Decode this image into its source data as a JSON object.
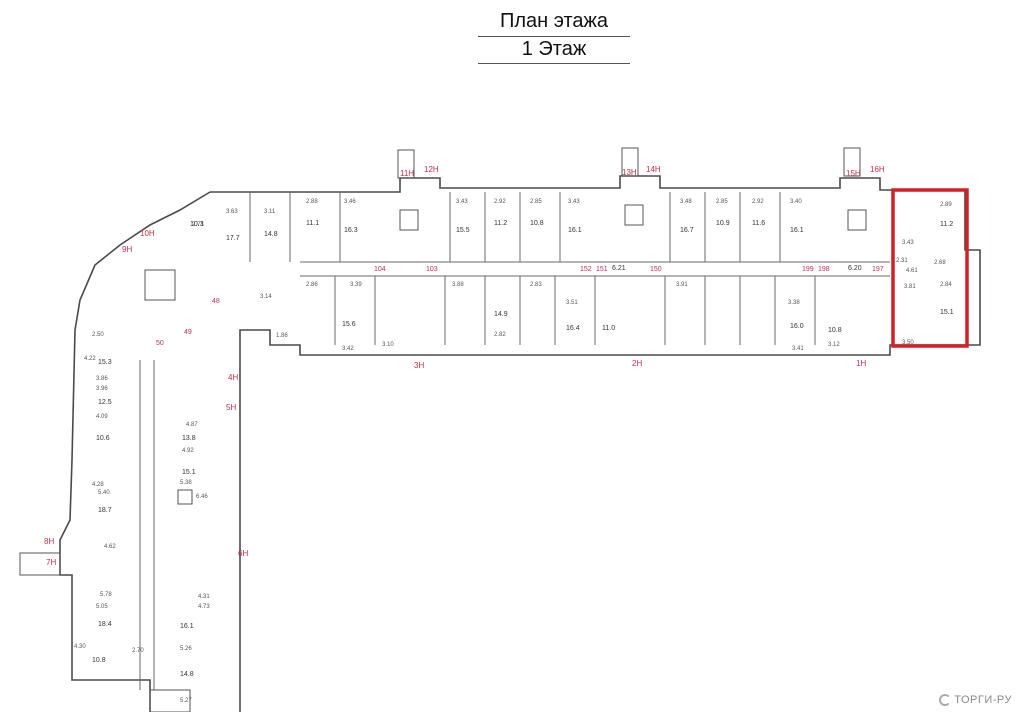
{
  "header": {
    "title": "План этажа",
    "subtitle": "1 Этаж"
  },
  "colors": {
    "wall": "#4a4a4a",
    "dim": "#555555",
    "unit_label": "#c0304a",
    "highlight": "#d0202a"
  },
  "unit_labels": [
    {
      "text": "10Н"
    },
    {
      "text": "9Н"
    },
    {
      "text": "11Н"
    },
    {
      "text": "12Н"
    },
    {
      "text": "13Н"
    },
    {
      "text": "14Н"
    },
    {
      "text": "15Н"
    },
    {
      "text": "16Н"
    },
    {
      "text": "8Н"
    },
    {
      "text": "7Н"
    },
    {
      "text": "6Н"
    },
    {
      "text": "5Н"
    },
    {
      "text": "4Н"
    },
    {
      "text": "3Н"
    },
    {
      "text": "2Н"
    },
    {
      "text": "1Н"
    }
  ],
  "room_numbers": [
    {
      "text": "104"
    },
    {
      "text": "103"
    },
    {
      "text": "152"
    },
    {
      "text": "151"
    },
    {
      "text": "150"
    },
    {
      "text": "199"
    },
    {
      "text": "198"
    },
    {
      "text": "197"
    },
    {
      "text": "48"
    },
    {
      "text": "49"
    },
    {
      "text": "50"
    }
  ],
  "dimensions": [
    {
      "text": "3.63"
    },
    {
      "text": "3.11"
    },
    {
      "text": "2.71"
    },
    {
      "text": "2.88"
    },
    {
      "text": "3.46"
    },
    {
      "text": "3.43"
    },
    {
      "text": "2.92"
    },
    {
      "text": "2.85"
    },
    {
      "text": "3.43"
    },
    {
      "text": "3.48"
    },
    {
      "text": "2.85"
    },
    {
      "text": "2.92"
    },
    {
      "text": "3.40"
    },
    {
      "text": "2.89"
    },
    {
      "text": "2.84"
    },
    {
      "text": "3.81"
    },
    {
      "text": "3.50"
    },
    {
      "text": "3.42"
    },
    {
      "text": "3.10"
    },
    {
      "text": "2.82"
    },
    {
      "text": "3.51"
    },
    {
      "text": "3.41"
    },
    {
      "text": "3.12"
    },
    {
      "text": "2.86"
    },
    {
      "text": "3.39"
    },
    {
      "text": "3.88"
    },
    {
      "text": "2.83"
    },
    {
      "text": "3.91"
    },
    {
      "text": "3.38"
    },
    {
      "text": "4.61"
    },
    {
      "text": "3.43"
    },
    {
      "text": "2.31"
    },
    {
      "text": "2.68"
    },
    {
      "text": "4.87"
    },
    {
      "text": "4.92"
    },
    {
      "text": "5.38"
    },
    {
      "text": "5.40"
    },
    {
      "text": "6.46"
    },
    {
      "text": "4.62"
    },
    {
      "text": "5.05"
    },
    {
      "text": "5.78"
    },
    {
      "text": "4.73"
    },
    {
      "text": "4.31"
    },
    {
      "text": "5.26"
    },
    {
      "text": "5.27"
    },
    {
      "text": "4.30"
    },
    {
      "text": "2.70"
    },
    {
      "text": "4.28"
    },
    {
      "text": "3.86"
    },
    {
      "text": "3.96"
    },
    {
      "text": "4.09"
    },
    {
      "text": "4.22"
    },
    {
      "text": "2.50"
    },
    {
      "text": "3.14"
    },
    {
      "text": "1.86"
    }
  ],
  "areas": [
    {
      "text": "17.7"
    },
    {
      "text": "14.8"
    },
    {
      "text": "11.1"
    },
    {
      "text": "16.3"
    },
    {
      "text": "15.5"
    },
    {
      "text": "11.2"
    },
    {
      "text": "10.8"
    },
    {
      "text": "16.1"
    },
    {
      "text": "16.7"
    },
    {
      "text": "10.9"
    },
    {
      "text": "11.6"
    },
    {
      "text": "16.1"
    },
    {
      "text": "11.2"
    },
    {
      "text": "15.1"
    },
    {
      "text": "15.6"
    },
    {
      "text": "14.9"
    },
    {
      "text": "16.4"
    },
    {
      "text": "11.0"
    },
    {
      "text": "16.0"
    },
    {
      "text": "10.8"
    },
    {
      "text": "10.3"
    },
    {
      "text": "15.3"
    },
    {
      "text": "12.5"
    },
    {
      "text": "10.6"
    },
    {
      "text": "13.8"
    },
    {
      "text": "15.1"
    },
    {
      "text": "18.7"
    },
    {
      "text": "16.1"
    },
    {
      "text": "18.4"
    },
    {
      "text": "14.8"
    },
    {
      "text": "10.8"
    },
    {
      "text": "6.21"
    },
    {
      "text": "6.20"
    }
  ],
  "watermark": {
    "text": "ТОРГИ-РУ"
  }
}
